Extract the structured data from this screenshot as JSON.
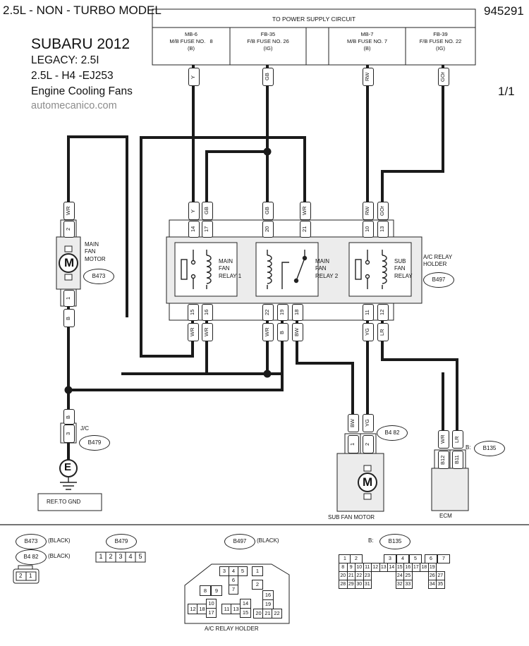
{
  "header": {
    "model_label": "2.5L - NON - TURBO MODEL",
    "doc_number": "945291",
    "page": "1/1"
  },
  "title": {
    "make_year": "SUBARU 2012",
    "model": "LEGACY: 2.5I",
    "engine": "2.5L - H4 -EJ253",
    "system": "Engine Cooling Fans",
    "website": "automecanico.com"
  },
  "power_supply": {
    "title": "TO POWER SUPPLY CIRCUIT",
    "fuses": [
      {
        "id": "MB-6",
        "name": "M/B FUSE NO.",
        "num": "8",
        "feed": "(B)"
      },
      {
        "id": "FB-35",
        "name": "F/B FUSE NO. 26",
        "num": "",
        "feed": "(IG)"
      },
      {
        "id": "MB-7",
        "name": "M/B FUSE NO. 7",
        "num": "",
        "feed": "(B)"
      },
      {
        "id": "FB-39",
        "name": "F/B FUSE NO. 22",
        "num": "",
        "feed": "(IG)"
      }
    ]
  },
  "wire_colors": {
    "top": [
      "Y",
      "GB",
      "RW",
      "GOr"
    ],
    "relay_top": [
      "Y",
      "GB",
      "GB",
      "WR",
      "RW",
      "GOr"
    ],
    "relay_bottom": [
      "WR",
      "WR",
      "WR",
      "B",
      "BW",
      "YG",
      "LR"
    ],
    "motor_top": "WR",
    "motor_bottom": "B",
    "jc_wire": "B",
    "sub_fan": [
      "BW",
      "YG"
    ],
    "ecm": [
      "WR",
      "LR"
    ]
  },
  "relay_holder": {
    "name_lines": [
      "A/C RELAY",
      "HOLDER"
    ],
    "connector": "B497",
    "top_pins": [
      "14",
      "17",
      "20",
      "21",
      "10",
      "13"
    ],
    "bottom_pins": [
      "15",
      "16",
      "22",
      "19",
      "18",
      "11",
      "12"
    ],
    "relays": [
      {
        "lines": [
          "MAIN",
          "FAN",
          "RELAY 1"
        ]
      },
      {
        "lines": [
          "MAIN",
          "FAN",
          "RELAY 2"
        ]
      },
      {
        "lines": [
          "SUB",
          "FAN",
          "RELAY"
        ]
      }
    ]
  },
  "main_fan_motor": {
    "lines": [
      "MAIN",
      "FAN",
      "MOTOR"
    ],
    "connector": "B473",
    "pins": [
      "2",
      "1"
    ],
    "symbol": "M"
  },
  "jc": {
    "label": "J/C",
    "connector": "B479",
    "pin": "3",
    "ground_symbol": "E",
    "ref_label": "REF.TO GND"
  },
  "sub_fan_motor": {
    "label": "SUB FAN MOTOR",
    "connector": "B4 82",
    "pins": [
      "1",
      "2"
    ],
    "symbol": "M"
  },
  "ecm": {
    "label": "ECM",
    "prefix": "B:",
    "connector": "B135",
    "pins": [
      "B12",
      "B11"
    ]
  },
  "connector_views": {
    "b473": {
      "tag": "B473",
      "color": "(BLACK)"
    },
    "b482": {
      "tag": "B4 82",
      "color": "(BLACK)",
      "pins": [
        "2",
        "1"
      ]
    },
    "b479": {
      "tag": "B479",
      "pins": [
        "1",
        "2",
        "3",
        "4",
        "5"
      ]
    },
    "b497": {
      "tag": "B497",
      "color": "(BLACK)",
      "caption": "A/C RELAY HOLDER",
      "cells": [
        "3",
        "4",
        "5",
        "1",
        "6",
        "7",
        "8",
        "9",
        "2",
        "12",
        "18",
        "10",
        "11",
        "13",
        "14",
        "15",
        "16",
        "17",
        "19",
        "20",
        "21",
        "22"
      ]
    },
    "b135": {
      "prefix": "B:",
      "tag": "B135",
      "rows": [
        [
          "1",
          "2",
          "",
          "3",
          "4",
          "5",
          "6",
          "7"
        ],
        [
          "8",
          "9",
          "10",
          "11",
          "12",
          "13",
          "14",
          "15",
          "16",
          "17",
          "18",
          "19"
        ],
        [
          "20",
          "21",
          "22",
          "23",
          "24",
          "25",
          "26",
          "27"
        ],
        [
          "28",
          "29",
          "30",
          "31",
          "32",
          "33",
          "34",
          "35"
        ]
      ]
    }
  },
  "colors": {
    "wire": "#1a1a1a",
    "box_fill": "#ececec",
    "line": "#222222",
    "website": "#8c8c8c"
  }
}
